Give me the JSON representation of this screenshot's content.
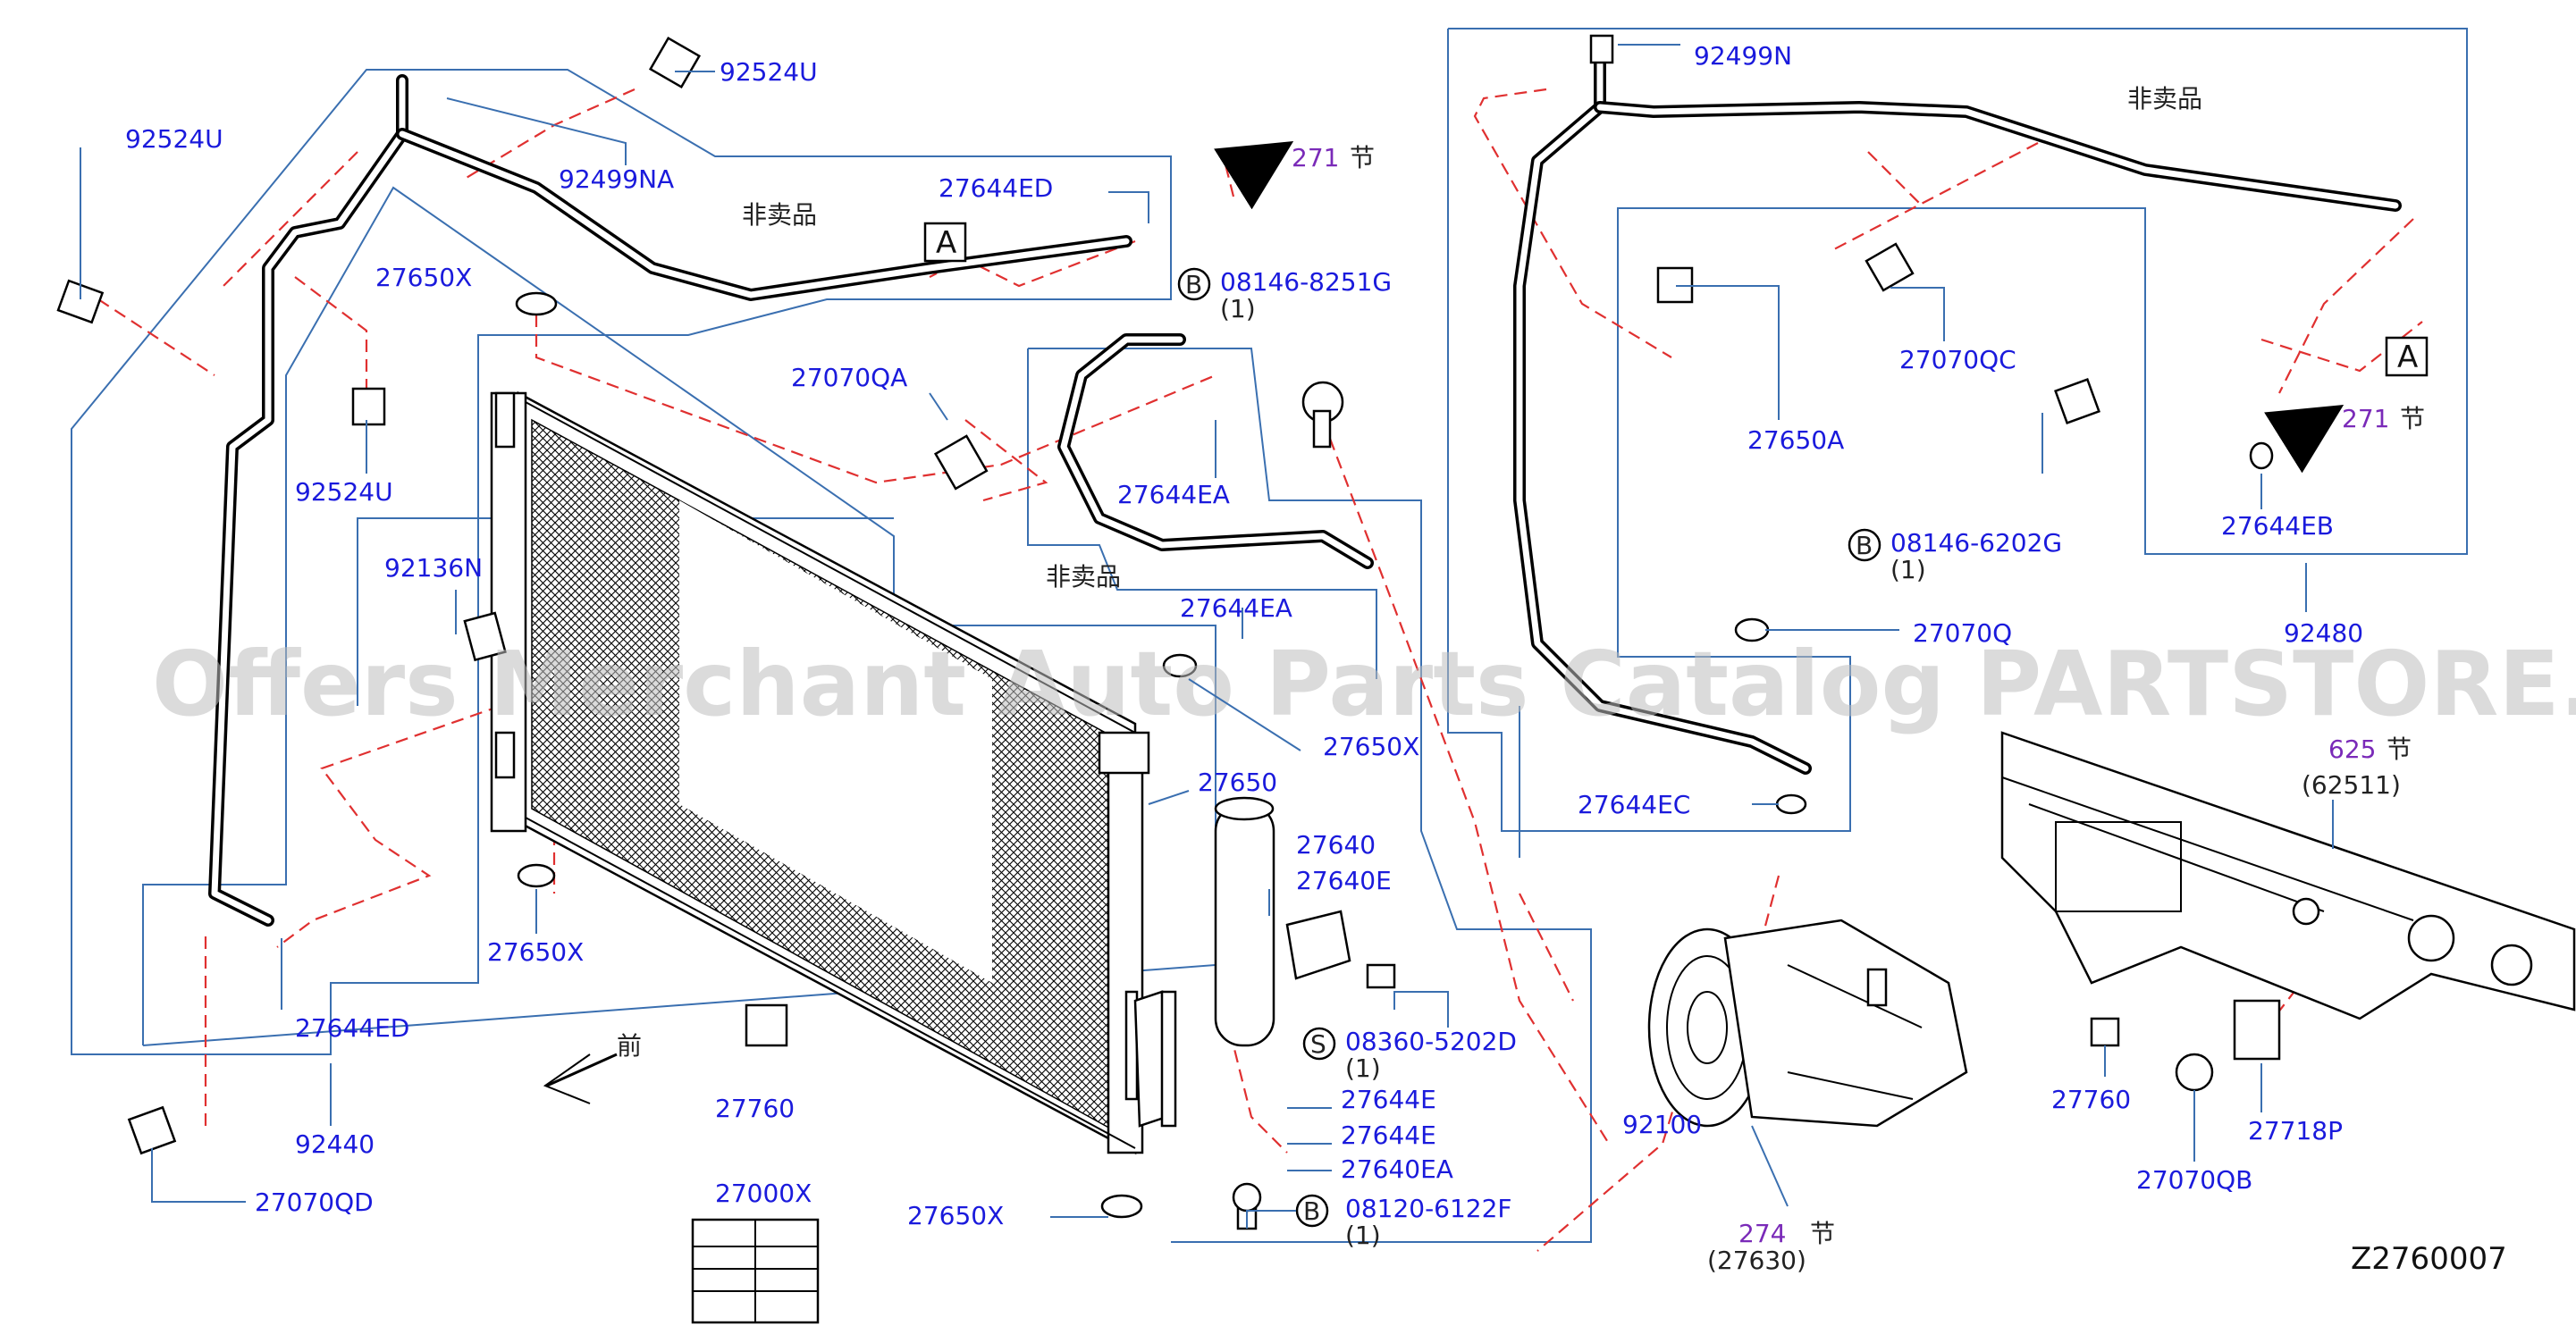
{
  "labels": {
    "p92524U_a": "92524U",
    "p92524U_b": "92524U",
    "p92524U_c": "92524U",
    "p92499NA": "92499NA",
    "nonsale_1": "非卖品",
    "p27644ED_a": "27644ED",
    "ref271_a": "271",
    "jie_a": "节",
    "box_A_1": "A",
    "p27650X_a": "27650X",
    "b1": "B",
    "p08146_8251G": "08146-8251G",
    "qty_1a": "(1)",
    "p27070QA": "27070QA",
    "p27644EA_a": "27644EA",
    "nonsale_2": "非卖品",
    "p27644EA_b": "27644EA",
    "p92136N": "92136N",
    "p27650X_b": "27650X",
    "p27650": "27650",
    "p27640": "27640",
    "p27640E": "27640E",
    "p27650X_c": "27650X",
    "p27644ED_b": "27644ED",
    "s1": "S",
    "p08360_5202D": "08360-5202D",
    "qty_1b": "(1)",
    "front_label": "前",
    "p27760_a": "27760",
    "p27644E_a": "27644E",
    "p27644E_b": "27644E",
    "p27640EA": "27640EA",
    "p92440": "92440",
    "p92100": "92100",
    "p27070QD": "27070QD",
    "p27000X": "27000X",
    "p27650X_d": "27650X",
    "b2": "B",
    "p08120_6122F": "08120-6122F",
    "qty_1c": "(1)",
    "p92499N": "92499N",
    "nonsale_3": "非卖品",
    "p27070QC": "27070QC",
    "p27650A": "27650A",
    "box_A_2": "A",
    "ref271_b": "271",
    "jie_b": "节",
    "b3": "B",
    "p08146_6202G": "08146-6202G",
    "qty_1d": "(1)",
    "p27644EB": "27644EB",
    "p92480": "92480",
    "p27070Q": "27070Q",
    "p27644EC": "27644EC",
    "ref625": "625",
    "jie_c": "节",
    "p62511": "(62511)",
    "p27760_b": "27760",
    "p27718P": "27718P",
    "p27070QB": "27070QB",
    "ref274": "274",
    "jie_d": "节",
    "p27630": "(27630)",
    "diagram_code": "Z2760007",
    "watermark": "Offers Merchant Auto Parts Catalog PARTSTORE.SA"
  },
  "colors": {
    "label_blue": "#1a1adc",
    "reference_purple": "#7a2ab8",
    "leader_blue": "#3a6fb0",
    "dashed_red": "#e03030"
  }
}
